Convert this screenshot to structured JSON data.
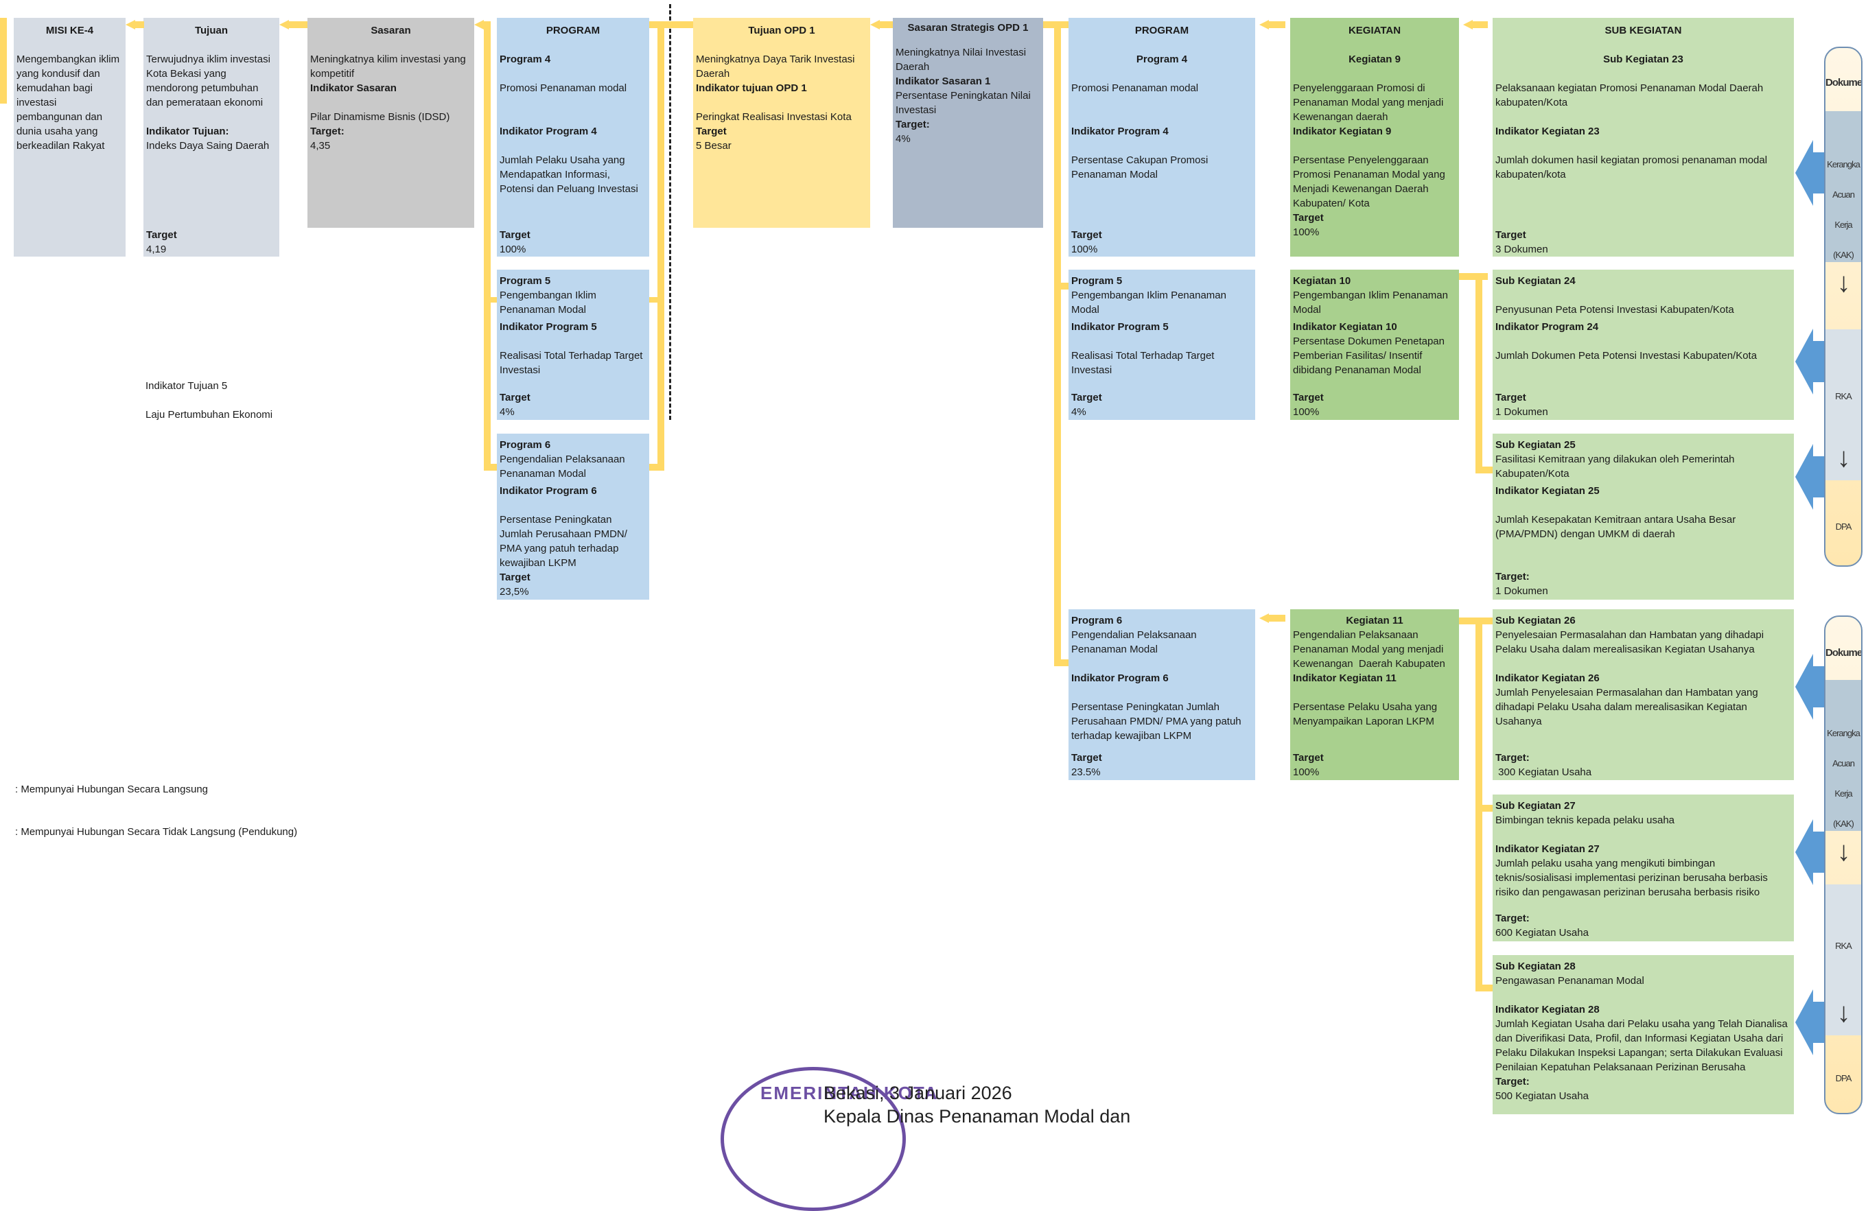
{
  "misi": {
    "header": "MISI KE-4",
    "text": "Mengembangkan iklim yang kondusif dan kemudahan bagi investasi pembangunan dan dunia usaha yang berkeadilan Rakyat"
  },
  "tujuan": {
    "header": "Tujuan",
    "text": "Terwujudnya iklim investasi Kota Bekasi yang mendorong petumbuhan dan pemerataan ekonomi",
    "ind_label": "Indikator Tujuan:",
    "ind_text": "Indeks Daya Saing Daerah",
    "target_label": "Target",
    "target_value": "4,19",
    "ind5_label": "Indikator Tujuan 5",
    "ind5_text": "Laju Pertumbuhan Ekonomi"
  },
  "sasaran": {
    "header": "Sasaran",
    "text": "Meningkatnya kilim investasi yang kompetitif",
    "ind_label": "Indikator Sasaran",
    "ind_text": "Pilar Dinamisme Bisnis (IDSD)",
    "target_label": "Target:",
    "target_value": "4,35"
  },
  "program_left": {
    "header": "PROGRAM",
    "p4": {
      "title": "Program 4",
      "text": "Promosi Penanaman modal",
      "ind_label": "Indikator Program 4",
      "ind_text": "Jumlah Pelaku Usaha yang Mendapatkan Informasi, Potensi dan Peluang Investasi",
      "target_label": "Target",
      "target_value": "100%"
    },
    "p5": {
      "title": "Program 5",
      "text": "Pengembangan Iklim Penanaman Modal",
      "ind_label": "Indikator Program 5",
      "ind_text": "Realisasi Total Terhadap Target Investasi",
      "target_label": "Target",
      "target_value": "4%"
    },
    "p6": {
      "title": "Program 6",
      "text": "Pengendalian Pelaksanaan Penanaman Modal",
      "ind_label": "Indikator Program 6",
      "ind_text": "Persentase Peningkatan Jumlah Perusahaan PMDN/ PMA yang patuh terhadap kewajiban LKPM",
      "target_label": "Target",
      "target_value": "23,5%"
    }
  },
  "tujuan_opd": {
    "header": "Tujuan OPD 1",
    "text": "Meningkatnya Daya Tarik Investasi Daerah",
    "ind_label": "Indikator tujuan OPD 1",
    "ind_text": "Peringkat Realisasi Investasi Kota",
    "target_label": "Target",
    "target_value": "5 Besar"
  },
  "sasaran_opd": {
    "header": "Sasaran Strategis OPD 1",
    "text": "Meningkatnya Nilai Investasi Daerah",
    "ind_label": "Indikator Sasaran 1",
    "ind_text": "Persentase Peningkatan Nilai Investasi",
    "target_label": "Target:",
    "target_value": "4%"
  },
  "program_right": {
    "header": "PROGRAM",
    "p4": {
      "title": "Program 4",
      "text": "Promosi Penanaman modal",
      "ind_label": "Indikator Program 4",
      "ind_text": "Persentase Cakupan Promosi Penanaman Modal",
      "target_label": "Target",
      "target_value": "100%"
    },
    "p5": {
      "title": "Program 5",
      "text": "Pengembangan Iklim Penanaman Modal",
      "ind_label": "Indikator Program 5",
      "ind_text": "Realisasi Total Terhadap Target Investasi",
      "target_label": "Target",
      "target_value": "4%"
    },
    "p6": {
      "title": "Program 6",
      "text": "Pengendalian Pelaksanaan Penanaman Modal",
      "ind_label": "Indikator Program 6",
      "ind_text": "Persentase Peningkatan Jumlah Perusahaan PMDN/ PMA yang patuh terhadap kewajiban LKPM",
      "target_label": "Target",
      "target_value": "23.5%"
    }
  },
  "kegiatan": {
    "header": "KEGIATAN",
    "k9": {
      "title": "Kegiatan 9",
      "text": "Penyelenggaraan Promosi di Penanaman Modal yang menjadi Kewenangan daerah",
      "ind_label": "Indikator Kegiatan 9",
      "ind_text": "Persentase Penyelenggaraan Promosi Penanaman Modal yang Menjadi Kewenangan Daerah Kabupaten/ Kota",
      "target_label": "Target",
      "target_value": "100%"
    },
    "k10": {
      "title": "Kegiatan 10",
      "text": "Pengembangan Iklim Penanaman Modal",
      "ind_label": "Indikator Kegiatan 10",
      "ind_text": "Persentase Dokumen Penetapan Pemberian Fasilitas/ Insentif dibidang Penanaman Modal",
      "target_label": "Target",
      "target_value": "100%"
    },
    "k11": {
      "title": "Kegiatan 11",
      "text": "Pengendalian Pelaksanaan Penanaman Modal yang menjadi Kewenangan  Daerah Kabupaten",
      "ind_label": "Indikator Kegiatan 11",
      "ind_text": "Persentase Pelaku Usaha yang Menyampaikan Laporan LKPM",
      "target_label": "Target",
      "target_value": "100%"
    }
  },
  "sub_kegiatan": {
    "header": "SUB KEGIATAN",
    "s23": {
      "title": "Sub Kegiatan 23",
      "text": "Pelaksanaan kegiatan Promosi Penanaman Modal Daerah kabupaten/Kota",
      "ind_label": "Indikator Kegiatan 23",
      "ind_text": "Jumlah dokumen hasil kegiatan promosi penanaman modal kabupaten/kota",
      "target_label": "Target",
      "target_value": "3 Dokumen"
    },
    "s24": {
      "title": "Sub Kegiatan 24",
      "text": "Penyusunan Peta Potensi Investasi Kabupaten/Kota",
      "ind_label": "Indikator Program 24",
      "ind_text": "Jumlah Dokumen Peta Potensi Investasi Kabupaten/Kota",
      "target_label": "Target",
      "target_value": "1 Dokumen"
    },
    "s25": {
      "title": "Sub Kegiatan 25",
      "text": "Fasilitasi Kemitraan yang dilakukan oleh Pemerintah Kabupaten/Kota",
      "ind_label": "Indikator Kegiatan 25",
      "ind_text": "Jumlah Kesepakatan Kemitraan antara Usaha Besar (PMA/PMDN) dengan UMKM di daerah",
      "target_label": "Target:",
      "target_value": "1 Dokumen"
    },
    "s26": {
      "title": "Sub Kegiatan 26",
      "text": "Penyelesaian Permasalahan dan Hambatan yang dihadapi Pelaku Usaha dalam merealisasikan Kegiatan Usahanya",
      "ind_label": "Indikator Kegiatan 26",
      "ind_text": "Jumlah Penyelesaian Permasalahan dan Hambatan yang dihadapi Pelaku Usaha dalam merealisasikan Kegiatan Usahanya",
      "target_label": "Target:",
      "target_value": " 300 Kegiatan Usaha"
    },
    "s27": {
      "title": "Sub Kegiatan 27",
      "text": "Bimbingan teknis kepada pelaku usaha",
      "ind_label": "Indikator Kegiatan 27",
      "ind_text": "Jumlah pelaku usaha yang mengikuti bimbingan teknis/sosialisasi implementasi perizinan berusaha berbasis risiko dan pengawasan perizinan berusaha berbasis risiko",
      "target_label": "Target:",
      "target_value": "600 Kegiatan Usaha"
    },
    "s28": {
      "title": "Sub Kegiatan 28",
      "text": "Pengawasan Penanaman Modal",
      "ind_label": "Indikator Kegiatan 28",
      "ind_text": "Jumlah Kegiatan Usaha dari Pelaku usaha yang Telah Dianalisa dan Diverifikasi Data, Profil, dan Informasi Kegiatan Usaha dari Pelaku Dilakukan Inspeksi Lapangan; serta Dilakukan Evaluasi Penilaian Kepatuhan Pelaksanaan Perizinan Berusaha",
      "target_label": "Target:",
      "target_value": "500 Kegiatan Usaha"
    }
  },
  "legend": {
    "direct": ": Mempunyai Hubungan Secara Langsung",
    "indirect": ": Mempunyai Hubungan Secara Tidak Langsung (Pendukung)"
  },
  "side_panel": {
    "title": "Dokumen",
    "kak": "Kerangka Acuan Kerja (KAK)",
    "rka": "RKA",
    "dpa": "DPA"
  },
  "signature": {
    "place_date": "Bekasi, 3 Januari 2026",
    "line2": "Kepala Dinas Penanaman Modal dan"
  },
  "seal": {
    "text": "EMERINTAH KOTA"
  },
  "colors": {
    "connector": "#ffd966",
    "blue_box": "#bdd7ee",
    "green_box": "#a9d08e",
    "light_green_box": "#c6e0b4",
    "yellow_box": "#ffe699",
    "arrow_blue": "#5b9bd5"
  }
}
